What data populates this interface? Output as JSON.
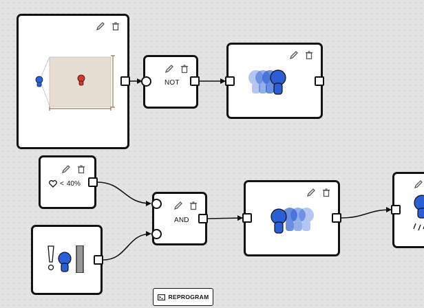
{
  "colors": {
    "accent_blue": "#2a5fd6",
    "red": "#d23a2a",
    "zone_fill": "#e7ddd3"
  },
  "nodes": {
    "sensor_zone": {
      "tools": [
        "pencil-icon",
        "trash-icon"
      ]
    },
    "not_gate": {
      "label": "NOT"
    },
    "action_1": {
      "tools": [
        "pencil-icon",
        "trash-icon"
      ]
    },
    "health_cond": {
      "operator": "<",
      "value": "40%"
    },
    "obstacle_sensor": {},
    "and_gate": {
      "label": "AND"
    },
    "action_2": {},
    "action_3": {}
  },
  "toolbar": {
    "reprogram_label": "REPROGRAM"
  }
}
